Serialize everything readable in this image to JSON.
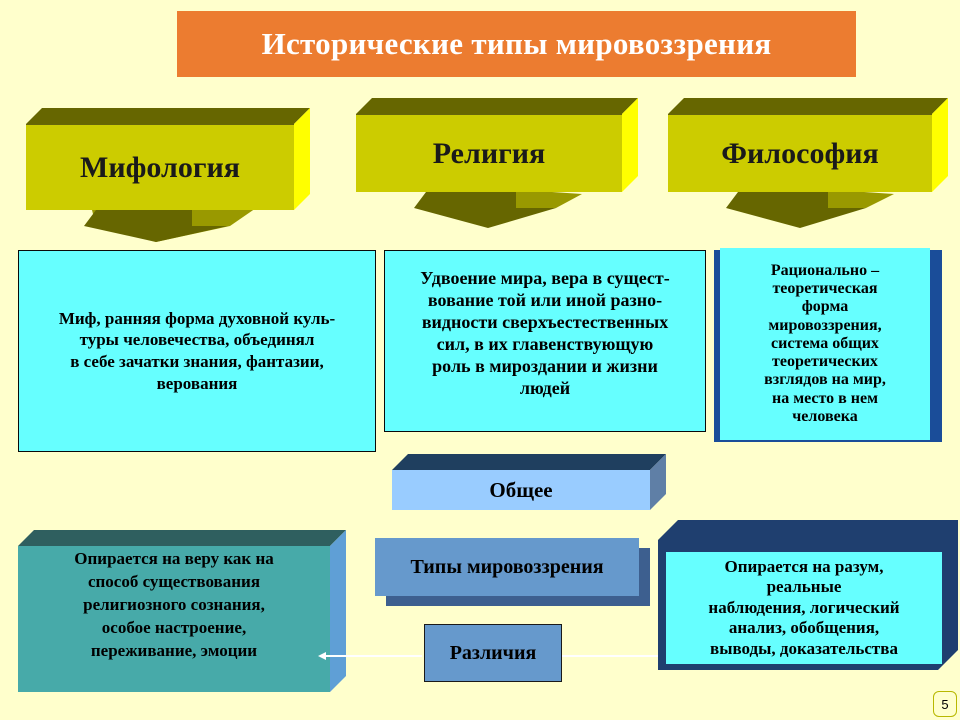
{
  "title": "Исторические типы мировоззрения",
  "types": [
    {
      "label": "Мифология"
    },
    {
      "label": "Религия"
    },
    {
      "label": "Философия"
    }
  ],
  "descriptions": {
    "mythology": [
      "Миф, ранняя форма духовной куль-",
      "туры человечества, объединял",
      "в себе зачатки знания, фантазии,",
      "верования"
    ],
    "religion": [
      "Удвоение мира, вера в сущест-",
      "вование той или иной разно-",
      "видности сверхъестественных",
      "сил, в их главенствующую",
      "роль в мироздании и жизни",
      "людей"
    ],
    "philosophy": [
      "Рационально –",
      "теоретическая",
      "форма",
      "мировоззрения,",
      "система общих",
      "теоретических",
      "взглядов на мир,",
      "на место в нем",
      "человека"
    ]
  },
  "common_label": "Общее",
  "center_label": "Типы мировоззрения",
  "differences_label": "Различия",
  "left_bottom": [
    "Опирается на веру как на",
    "способ существования",
    "религиозного сознания,",
    "особое настроение,",
    "переживание, эмоции"
  ],
  "right_bottom": [
    "Опирается на разум,",
    "реальные",
    "наблюдения, логический",
    "анализ, обобщения,",
    "выводы, доказательства"
  ],
  "page_number": "5",
  "colors": {
    "background": "#ffffcc",
    "title_bg": "#ec7c30",
    "block_olive": "#cccc00",
    "box_cyan": "#66ffff",
    "box_teal": "#47aaa9",
    "box_blue": "#6699cc"
  }
}
